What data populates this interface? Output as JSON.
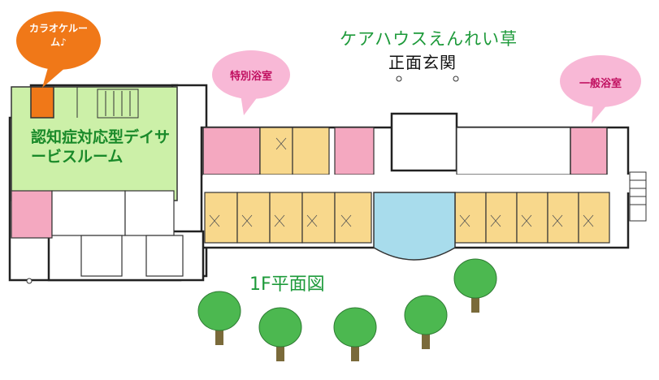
{
  "facility_name": "ケアハウスえんれい草",
  "entrance_label": "正面玄関",
  "floor_label": "1F平面図",
  "day_service_room": "認知症対応型デイサービスルーム",
  "callouts": {
    "karaoke_room": "カラオケルーム♪",
    "special_bath": "特別浴室",
    "general_bath": "一般浴室"
  },
  "colors": {
    "day_service": "#ccf0a8",
    "resident_room": "#f8d88c",
    "bath": "#f4a8c0",
    "karaoke": "#f07818",
    "atrium": "#a8dcec",
    "tree": "#4cb850",
    "trunk": "#7a6a3a"
  }
}
